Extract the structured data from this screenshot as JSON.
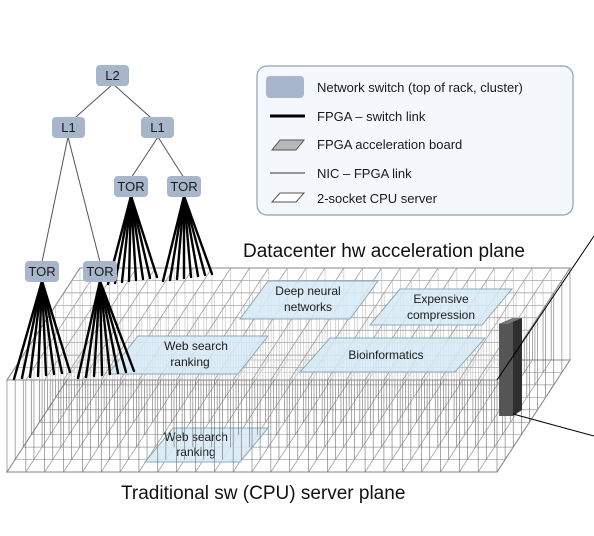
{
  "legend": {
    "items": [
      {
        "label": "Network switch (top of rack, cluster)",
        "icon": "switch-icon"
      },
      {
        "label": "FPGA – switch link",
        "icon": "thick-line-icon"
      },
      {
        "label": "FPGA acceleration board",
        "icon": "fpga-board-icon"
      },
      {
        "label": "NIC – FPGA link",
        "icon": "thin-line-icon"
      },
      {
        "label": "2-socket CPU server",
        "icon": "cpu-server-icon"
      }
    ]
  },
  "switches": {
    "l2": "L2",
    "l1_left": "L1",
    "l1_right": "L1",
    "tor_1": "TOR",
    "tor_2": "TOR",
    "tor_3": "TOR",
    "tor_4": "TOR"
  },
  "planes": {
    "acceleration_title": "Datacenter hw acceleration plane",
    "server_title": "Traditional sw (CPU) server plane"
  },
  "regions": {
    "deep_neural_line1": "Deep neural",
    "deep_neural_line2": "networks",
    "compression_line1": "Expensive",
    "compression_line2": "compression",
    "web_search_top_line1": "Web search",
    "web_search_top_line2": "ranking",
    "bioinformatics": "Bioinformatics",
    "web_search_bottom_line1": "Web search",
    "web_search_bottom_line2": "ranking"
  },
  "colors": {
    "switch_fill": "#a8b6cc",
    "region_fill": "#d7eaf7",
    "grid_line": "#9a9a9a",
    "link_thick": "#000000",
    "pillar": "#3a3a3a"
  }
}
